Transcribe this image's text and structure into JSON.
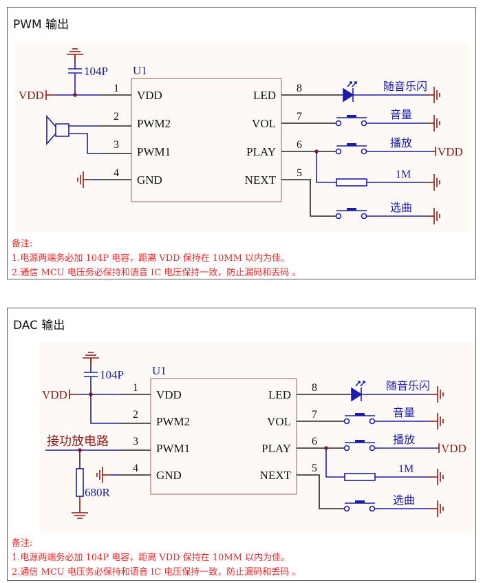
{
  "panels": [
    {
      "title": "PWM 输出",
      "chip_ref": "U1",
      "left_pins": [
        {
          "num": "1",
          "name": "VDD"
        },
        {
          "num": "2",
          "name": "PWM2"
        },
        {
          "num": "3",
          "name": "PWM1"
        },
        {
          "num": "4",
          "name": "GND"
        }
      ],
      "right_pins": [
        {
          "num": "8",
          "name": "LED",
          "label": "随音乐闪"
        },
        {
          "num": "7",
          "name": "VOL",
          "label": "音量"
        },
        {
          "num": "6",
          "name": "PLAY",
          "label": "播放"
        },
        {
          "num": "5",
          "name": "NEXT",
          "label": "选曲"
        }
      ],
      "resistor_label": "1M",
      "power_label": "VDD",
      "cap_label": "104P",
      "notes": [
        "备注:",
        "1.电源两端务必加 104P 电容，距离 VDD 保持在 10MM 以内为佳。",
        "2.通信 MCU 电压务必保持和语音 IC 电压保持一致，防止漏码和丢码 。"
      ]
    },
    {
      "title": "DAC 输出",
      "chip_ref": "U1",
      "left_pins": [
        {
          "num": "1",
          "name": "VDD"
        },
        {
          "num": "2",
          "name": "PWM2"
        },
        {
          "num": "3",
          "name": "PWM1"
        },
        {
          "num": "4",
          "name": "GND"
        }
      ],
      "right_pins": [
        {
          "num": "8",
          "name": "LED",
          "label": "随音乐闪"
        },
        {
          "num": "7",
          "name": "VOL",
          "label": "音量"
        },
        {
          "num": "6",
          "name": "PLAY",
          "label": "播放"
        },
        {
          "num": "5",
          "name": "NEXT",
          "label": "选曲"
        }
      ],
      "resistor_label": "1M",
      "power_label": "VDD",
      "cap_label": "104P",
      "amp_label": "接功放电路",
      "amp_resistor_label": "680R",
      "notes": [
        "备注:",
        "1.电源两端务必加 104P 电容，距离 VDD 保持在 10MM 以内为佳。",
        "2.通信 MCU 电压务必保持和语音 IC 电压保持一致，防止漏码和丢码 。"
      ]
    }
  ],
  "colors": {
    "wire": "#222222",
    "net": "#1c1ca8",
    "power": "#8b1a1a",
    "chip_border": "#b58a8a",
    "notes": "#e8282a",
    "schematic_bg": "#fdfaf5"
  }
}
